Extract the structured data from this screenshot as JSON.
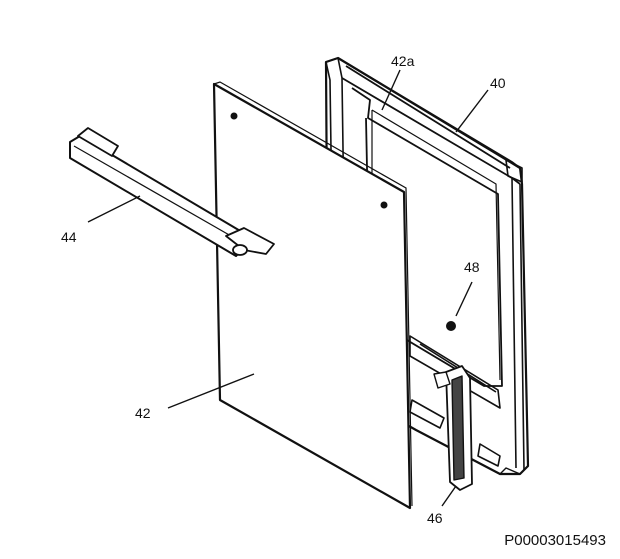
{
  "diagram": {
    "labels": {
      "frame": "40",
      "frame_inner": "42a",
      "panel": "42",
      "handle": "44",
      "hinge": "46",
      "screw": "48"
    },
    "drawing_code": "P00003015493"
  }
}
